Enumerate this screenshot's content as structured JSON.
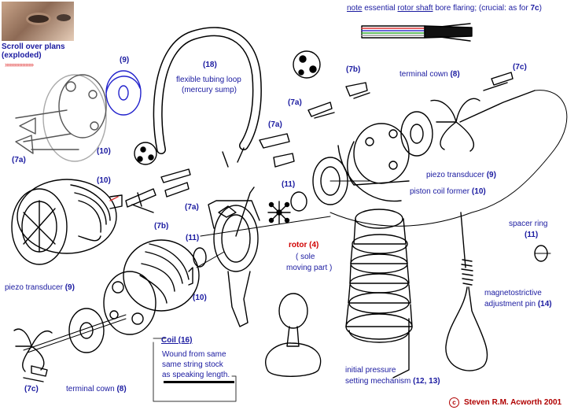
{
  "panel": {
    "scroll_title_line1": "Scroll over plans",
    "scroll_title_line2": "(exploded)",
    "chevrons": "»»»»»»»»»"
  },
  "note": {
    "word_note": "note",
    "word_essential": "essential",
    "word_rotor_shaft": "rotor shaft",
    "word_bore_flaring": "bore flaring",
    "rest": "; (crucial: as for ",
    "ref": "7c",
    "close": ")"
  },
  "labels": {
    "part_9_top": "(9)",
    "part_7a_left": "(7a)",
    "part_10_left": "(10)",
    "part_18_num": "(18)",
    "part_18_line1": "flexible tubing loop",
    "part_18_line2": "(mercury sump)",
    "part_7b_top": "(7b)",
    "part_7a_mid1": "(7a)",
    "part_7a_mid2": "(7a)",
    "terminal_cown_top": "terminal cown ",
    "terminal_cown_top_num": "(8)",
    "part_7c_top": "(7c)",
    "piezo_transducer_right": "piezo transducer ",
    "piezo_transducer_right_num": "(9)",
    "piston_coil_former": "piston coil former ",
    "piston_coil_former_num": "(10)",
    "part_10_mid": "(10)",
    "part_11_mid": "(11)",
    "part_7a_low": "(7a)",
    "part_7b_low": "(7b)",
    "part_11_low": "(11)",
    "rotor_label": "rotor (4)",
    "rotor_sub1": "( sole",
    "rotor_sub2": "moving part )",
    "spacer_ring": "spacer ring",
    "spacer_ring_num": "(11)",
    "piezo_transducer_left": "piezo transducer ",
    "piezo_transducer_left_num": "(9)",
    "part_10_low": "(10)",
    "magneto_line1": "magnetostrictive",
    "magneto_line2": "adjustment pin ",
    "magneto_num": "(14)",
    "coil_label": "Coil (16)",
    "coil_desc1": "Wound from same",
    "coil_desc2": "same string stock",
    "coil_desc3": "as speaking length.",
    "part_7c_low": "(7c)",
    "terminal_cown_low": "terminal cown ",
    "terminal_cown_low_num": "(8)",
    "initial_pressure_line1": "initial pressure",
    "initial_pressure_line2": "setting mechanism ",
    "initial_pressure_num": "(12, 13)"
  },
  "copyright": {
    "symbol": "c",
    "text": "Steven R.M. Acworth 2001"
  },
  "colors": {
    "ink": "#000000",
    "label_blue": "#1a1aa0",
    "rotor_red": "#d00000",
    "copyright_red": "#b00000"
  }
}
